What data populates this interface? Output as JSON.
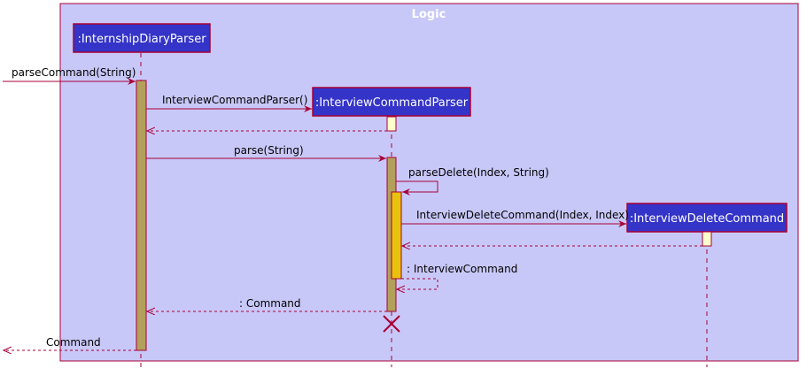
{
  "frame": {
    "title": "Logic"
  },
  "participants": {
    "internship_diary_parser": ":InternshipDiaryParser",
    "interview_command_parser": ":InterviewCommandParser",
    "interview_delete_command": ":InterviewDeleteCommand"
  },
  "messages": {
    "parse_command": "parseCommand(String)",
    "create_interview_command_parser": "InterviewCommandParser()",
    "parse": "parse(String)",
    "parse_delete": "parseDelete(Index, String)",
    "create_interview_delete_command": "InterviewDeleteCommand(Index, Index)",
    "return_interview_command": ": InterviewCommand",
    "return_command_inner": ": Command",
    "return_command_outer": "Command"
  },
  "colors": {
    "frame_fill": "#C8C8F8",
    "frame_border": "#A80036",
    "participant_fill": "#3434C8",
    "participant_border": "#A80036",
    "activation_olive": "#B3A05A",
    "activation_yellow": "#E8C30E",
    "activation_light": "#FFFFCC",
    "arrow": "#A80036"
  }
}
